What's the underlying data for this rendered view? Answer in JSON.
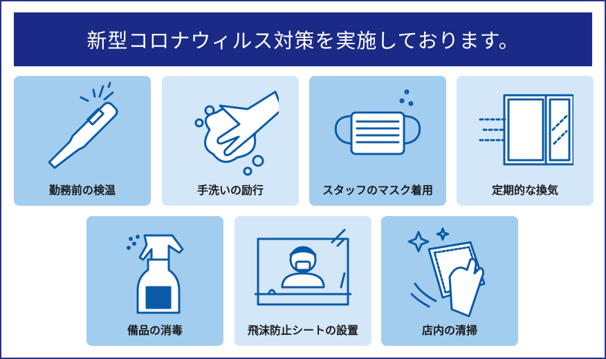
{
  "title": "新型コロナウィルス対策を実施しております。",
  "measures": [
    {
      "label": "勤務前の検温",
      "icon": "thermometer-icon"
    },
    {
      "label": "手洗いの励行",
      "icon": "hand-washing-icon"
    },
    {
      "label": "スタッフのマスク着用",
      "icon": "mask-icon"
    },
    {
      "label": "定期的な換気",
      "icon": "window-ventilation-icon"
    },
    {
      "label": "備品の消毒",
      "icon": "spray-bottle-icon"
    },
    {
      "label": "飛沫防止シートの設置",
      "icon": "partition-sheet-icon"
    },
    {
      "label": "店内の清掃",
      "icon": "cleaning-cloth-icon"
    }
  ],
  "colors": {
    "banner": "#1a2a86",
    "card_dark": "#a3cdee",
    "card_light": "#d3e7f8",
    "icon": "#0a5aa8"
  }
}
